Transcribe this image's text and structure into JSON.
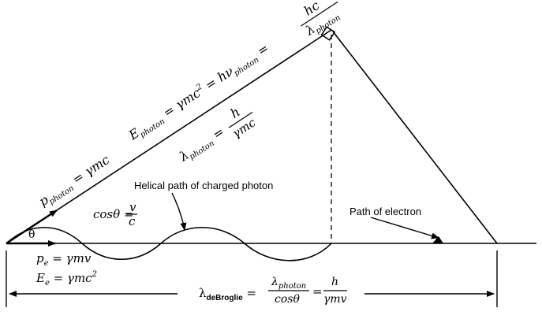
{
  "colors": {
    "line": "#000000",
    "background": "#ffffff"
  },
  "labels": {
    "e_photon": {
      "E": "E",
      "sub_photon": "photon",
      "eq1": " = γmc",
      "sq": "2",
      "eq2": " = hν",
      "sub_photon2": "photon",
      "eq3": " ="
    },
    "e_photon_frac": {
      "num": "hc",
      "den_lambda": "λ",
      "den_sub": "photon"
    },
    "lambda_photon": {
      "lambda": "λ",
      "sub": "photon",
      "eq": " ="
    },
    "lambda_photon_frac": {
      "num": "h",
      "den": "γmc"
    },
    "p_photon": {
      "p": "p",
      "sub": "photon",
      "eq": " = γmc"
    },
    "cos_theta": {
      "lhs": "cosθ =",
      "num": "v",
      "den": "c"
    },
    "theta": "θ",
    "helical_path": "Helical path of charged photon",
    "path_electron": "Path of electron",
    "p_e": {
      "p": "p",
      "sub": "e",
      "eq": " = γmv"
    },
    "e_e": {
      "E": "E",
      "sub": "e",
      "eq": " = γmc",
      "sq": "2"
    },
    "debroglie": {
      "lambda": "λ",
      "sub": "deBroglie",
      "eq1": " =",
      "frac1_num_lambda": "λ",
      "frac1_num_sub": "photon",
      "frac1_den": "cosθ",
      "eq2": "=",
      "frac2_num": "h",
      "frac2_den": "γmv"
    }
  }
}
